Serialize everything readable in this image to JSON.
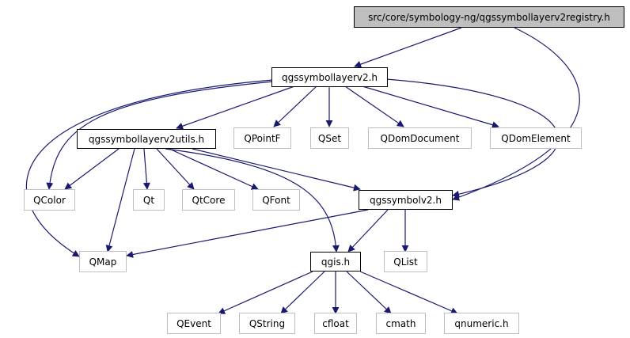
{
  "nodes": {
    "root": "src/core/symbology-ng/qgssymbollayerv2registry.h",
    "symbollayer": "qgssymbollayerv2.h",
    "symbollayerutils": "qgssymbollayerv2utils.h",
    "qpointf": "QPointF",
    "qset": "QSet",
    "qdomdocument": "QDomDocument",
    "qdomelement": "QDomElement",
    "qcolor": "QColor",
    "qt": "Qt",
    "qtcore": "QtCore",
    "qfont": "QFont",
    "symbolv2": "qgssymbolv2.h",
    "qmap": "QMap",
    "qgis": "qgis.h",
    "qlist": "QList",
    "qevent": "QEvent",
    "qstring": "QString",
    "cfloat": "cfloat",
    "cmath": "cmath",
    "qnumeric": "qnumeric.h"
  },
  "colors": {
    "edge": "#191970",
    "root_fill": "#bfbfbf",
    "node_border": "#000000",
    "external_border": "#bfbfbf"
  }
}
